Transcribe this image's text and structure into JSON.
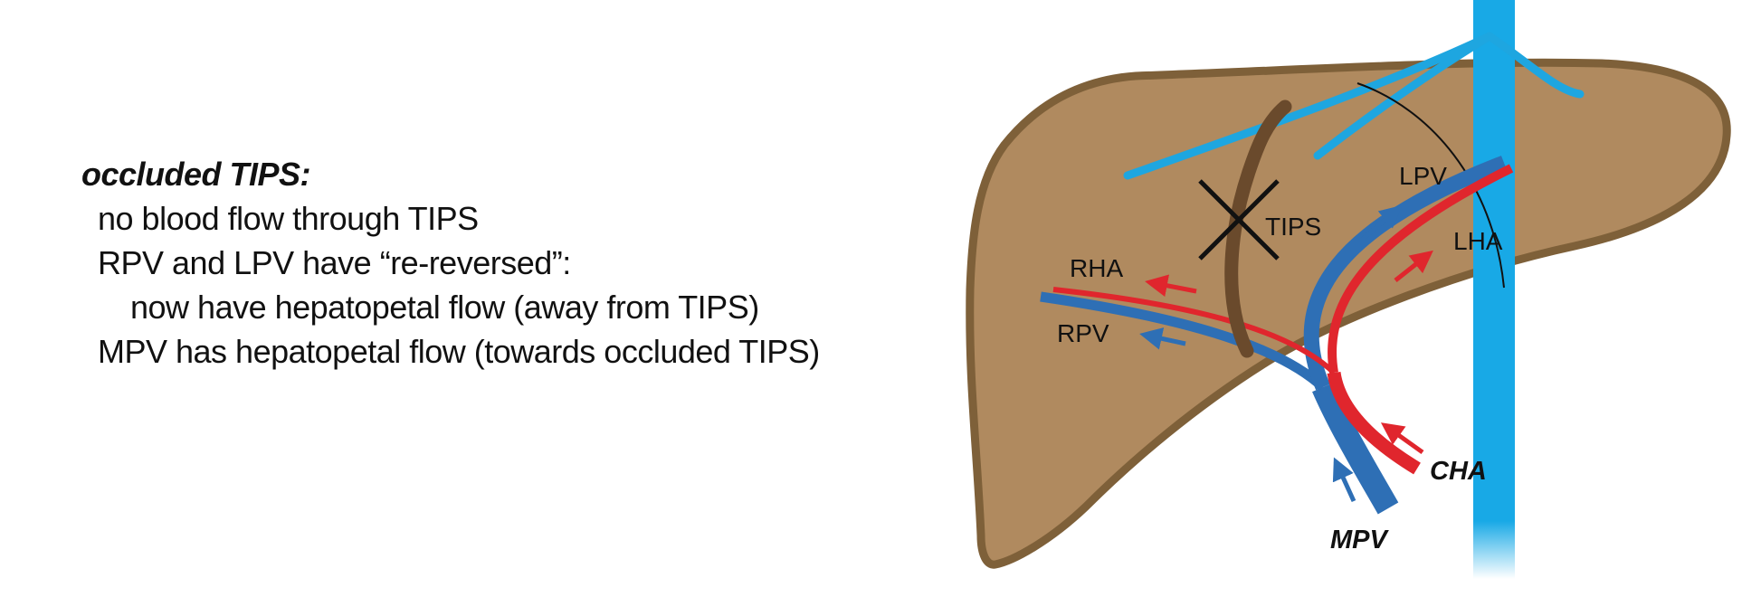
{
  "caption": {
    "heading": "occluded TIPS:",
    "lines": [
      "no blood flow through TIPS",
      "RPV and LPV have “re-reversed”:",
      "now have hepatopetal flow (away from TIPS)",
      "MPV has hepatopetal flow (towards occluded TIPS)"
    ]
  },
  "diagram": {
    "labels": {
      "lpv": "LPV",
      "tips": "TIPS",
      "lha": "LHA",
      "rha": "RHA",
      "rpv": "RPV",
      "cha": "CHA",
      "mpv": "MPV"
    },
    "colors": {
      "liver_fill": "#b08a5f",
      "liver_rim": "#7e6039",
      "portal_vein": "#2e6fb5",
      "hepatic_artery": "#e0262d",
      "hepatic_vein": "#1ea6e0",
      "ivc": "#18a9e6",
      "tips_shunt": "#6a4a2c",
      "occlusion_mark": "#111111"
    },
    "tips_state": "occluded"
  }
}
